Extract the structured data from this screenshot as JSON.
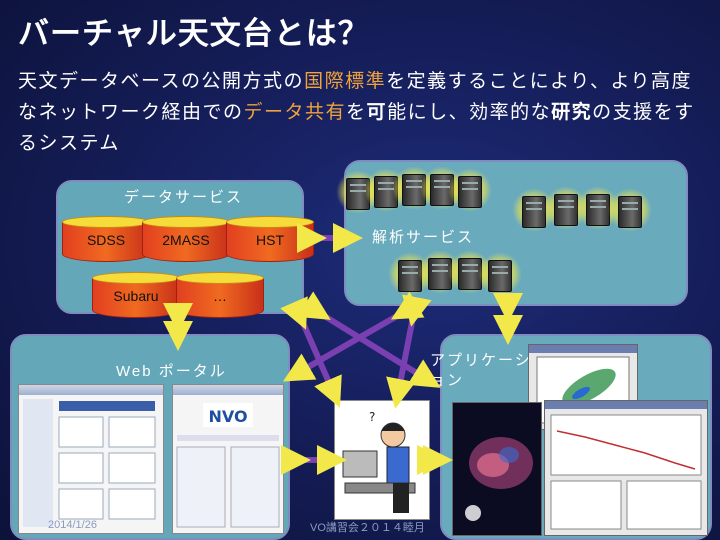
{
  "title": "バーチャル天文台とは？",
  "lead": {
    "p1": "天文データベースの公開方式の",
    "hl1": "国際標準",
    "p2": "を定義することにより、より高度なネットワーク経由での",
    "hl2": "データ共有",
    "p3": "を",
    "b1": "可",
    "p4": "能にし、効率的な",
    "b2": "研究",
    "p5": "の支援をするシステム"
  },
  "data_service": {
    "label": "データサービス",
    "archives": [
      "SDSS",
      "2MASS",
      "HST",
      "Subaru",
      "…"
    ]
  },
  "analysis_service": {
    "label": "解析サービス"
  },
  "web_portal": {
    "label": "Web ポータル"
  },
  "application": {
    "label": "アプリケーション"
  },
  "footer": {
    "date": "2014/1/26",
    "event": "VO講習会２０１４睦月"
  },
  "colors": {
    "arrow_bidir": "#7a3fb0",
    "arrow_head": "#f3e84a",
    "box_fill": "#64a7b8",
    "highlight": "#f0a23c"
  }
}
